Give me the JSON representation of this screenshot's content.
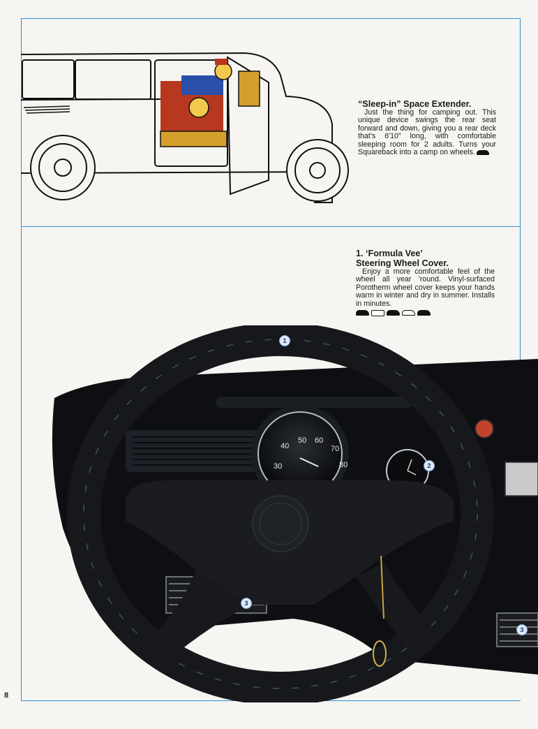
{
  "page": {
    "number": "8"
  },
  "sections": [
    {
      "headline": "“Sleep-in” Space Extender.",
      "body": "Just the thing for camping out. This unique device swings the rear seat forward and down, giving you a rear deck that’s 6′10″ long, with comfortable sleeping room for 2 adults. Turns your Squareback into a camp on wheels.",
      "model_icons": [
        "squareback-icon"
      ]
    },
    {
      "headline_line1": "1. ‘Formula Vee’",
      "headline_line2": "Steering Wheel Cover.",
      "body": "Enjoy a more comfortable feel of the wheel all year ’round. Vinyl-surfaced Porotherm wheel cover keeps your hands warm in winter and dry in summer. Installs in minutes.",
      "model_icons": [
        "beetle-icon",
        "bus-icon",
        "squareback-icon",
        "karmann-ghia-icon",
        "fastback-icon"
      ]
    }
  ],
  "callouts": [
    "1",
    "2",
    "3",
    "3"
  ],
  "speedometer_ticks": [
    "40",
    "50",
    "60",
    "70",
    "30",
    "80"
  ],
  "colors": {
    "frame": "#2f8fd6",
    "dash": "#0d0f12",
    "wheel": "#16181c"
  }
}
